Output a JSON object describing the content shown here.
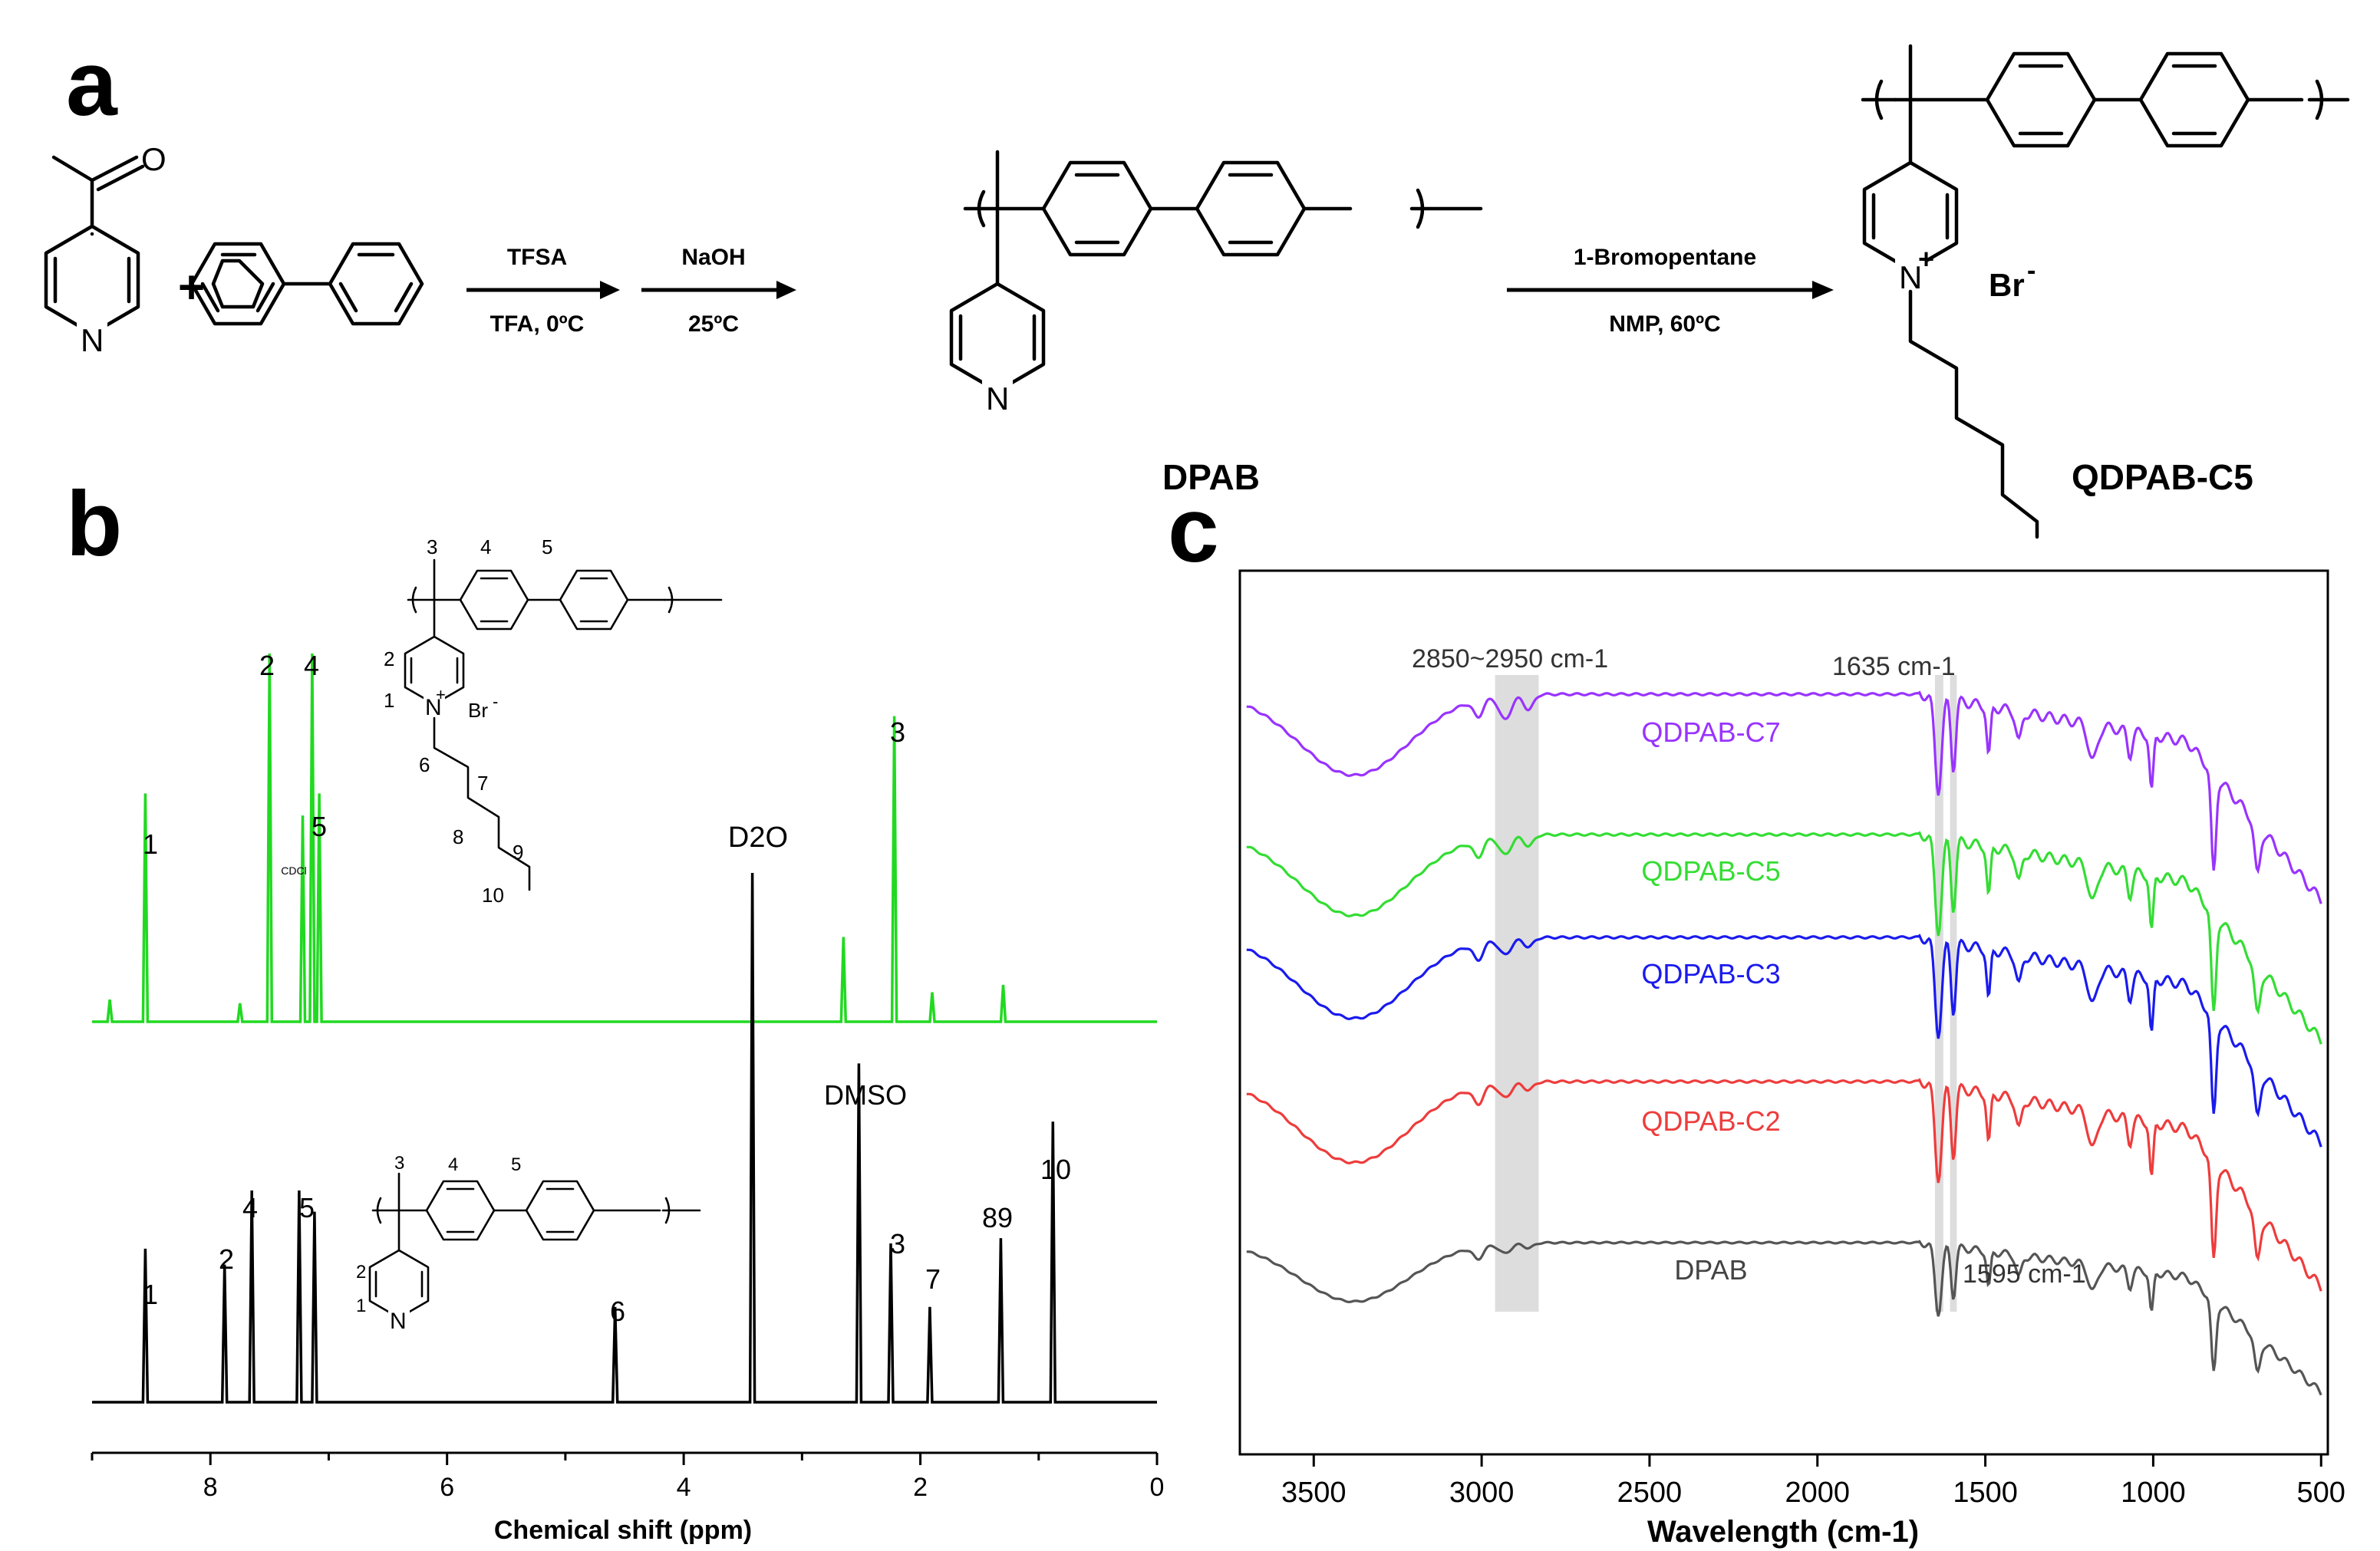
{
  "panels": {
    "a": "a",
    "b": "b",
    "c": "c"
  },
  "scheme": {
    "plus": "+",
    "step1": {
      "top": "TFSA",
      "bottom": "TFA, 0ºC"
    },
    "step2": {
      "top": "NaOH",
      "bottom": "25ºC"
    },
    "step3": {
      "top": "1-Bromopentane",
      "bottom": "NMP, 60ºC"
    },
    "product1": "DPAB",
    "product2": "QDPAB-C5",
    "atoms": {
      "O": "O",
      "N": "N",
      "Nplus": "N",
      "plus": "+",
      "Br": "Br",
      "minus": "-"
    }
  },
  "chart_data": [
    {
      "type": "line",
      "panel": "b",
      "xlabel": "Chemical shift (ppm)",
      "ylabel": "",
      "xlim": [
        9.0,
        0.0
      ],
      "x_ticks": [
        8,
        6,
        4,
        2,
        0
      ],
      "grid": false,
      "series": [
        {
          "color": "#21d921",
          "peaks": [
            {
              "ppm": 8.85,
              "h": 0.06
            },
            {
              "ppm": 8.55,
              "h": 0.62
            },
            {
              "ppm": 7.75,
              "h": 0.05
            },
            {
              "ppm": 7.5,
              "h": 1.0
            },
            {
              "ppm": 7.22,
              "h": 0.56
            },
            {
              "ppm": 7.14,
              "h": 1.0
            },
            {
              "ppm": 7.08,
              "h": 0.62
            },
            {
              "ppm": 2.65,
              "h": 0.23
            },
            {
              "ppm": 2.22,
              "h": 0.83
            },
            {
              "ppm": 1.9,
              "h": 0.08
            },
            {
              "ppm": 1.3,
              "h": 0.1
            }
          ]
        },
        {
          "color": "#000000",
          "peaks": [
            {
              "ppm": 8.55,
              "h": 0.29
            },
            {
              "ppm": 7.88,
              "h": 0.26
            },
            {
              "ppm": 7.65,
              "h": 0.4
            },
            {
              "ppm": 7.25,
              "h": 0.4
            },
            {
              "ppm": 7.12,
              "h": 0.36
            },
            {
              "ppm": 4.58,
              "h": 0.18
            },
            {
              "ppm": 3.42,
              "h": 1.0
            },
            {
              "ppm": 2.52,
              "h": 0.64
            },
            {
              "ppm": 2.25,
              "h": 0.3
            },
            {
              "ppm": 1.92,
              "h": 0.18
            },
            {
              "ppm": 1.32,
              "h": 0.31
            },
            {
              "ppm": 0.88,
              "h": 0.53
            }
          ]
        }
      ],
      "peak_labels": [
        {
          "text": "1",
          "ppm": 8.55,
          "row": "top"
        },
        {
          "text": "2",
          "ppm": 7.55,
          "row": "top"
        },
        {
          "text": "4",
          "ppm": 7.15,
          "row": "top"
        },
        {
          "text": "5",
          "ppm": 7.1,
          "row": "top"
        },
        {
          "text": "CDCl",
          "ppm": 7.25,
          "row": "top"
        },
        {
          "text": "3",
          "ppm": 2.2,
          "row": "top"
        },
        {
          "text": "1",
          "ppm": 8.55,
          "row": "bottom"
        },
        {
          "text": "2",
          "ppm": 7.88,
          "row": "bottom"
        },
        {
          "text": "4",
          "ppm": 7.65,
          "row": "bottom"
        },
        {
          "text": "5",
          "ppm": 7.2,
          "row": "bottom"
        },
        {
          "text": "6",
          "ppm": 4.58,
          "row": "bottom"
        },
        {
          "text": "DMSO",
          "ppm": 2.4,
          "row": "bottom"
        },
        {
          "text": "3",
          "ppm": 2.2,
          "row": "bottom"
        },
        {
          "text": "7",
          "ppm": 1.92,
          "row": "bottom"
        },
        {
          "text": "89",
          "ppm": 1.32,
          "row": "bottom"
        },
        {
          "text": "10",
          "ppm": 0.88,
          "row": "bottom"
        },
        {
          "text": "D2O",
          "ppm": 3.42,
          "row": "bottom"
        }
      ],
      "structure_labels_top": [
        "3",
        "4",
        "5",
        "2",
        "1",
        "6",
        "7",
        "8",
        "9",
        "10"
      ],
      "structure_labels_bottom": [
        "3",
        "4",
        "5",
        "2",
        "1"
      ]
    },
    {
      "type": "line",
      "panel": "c",
      "xlabel": "Wavelength (cm-1)",
      "ylabel": "",
      "xlim": [
        3720,
        480
      ],
      "x_ticks": [
        3500,
        3000,
        2500,
        2000,
        1500,
        1000,
        500
      ],
      "grid": false,
      "highlight_bands": [
        {
          "from": 2960,
          "to": 2830
        },
        {
          "from": 1650,
          "to": 1625
        },
        {
          "from": 1605,
          "to": 1585
        }
      ],
      "annotations": [
        {
          "text": "2850~2950 cm-1"
        },
        {
          "text": "1635 cm-1"
        },
        {
          "text": "1595 cm-1"
        }
      ],
      "series": [
        {
          "name": "QDPAB-C7",
          "color": "#9933ff"
        },
        {
          "name": "QDPAB-C5",
          "color": "#33dd33"
        },
        {
          "name": "QDPAB-C3",
          "color": "#1a1aee"
        },
        {
          "name": "QDPAB-C2",
          "color": "#ee3c3c"
        },
        {
          "name": "DPAB",
          "color": "#555555"
        }
      ]
    }
  ]
}
